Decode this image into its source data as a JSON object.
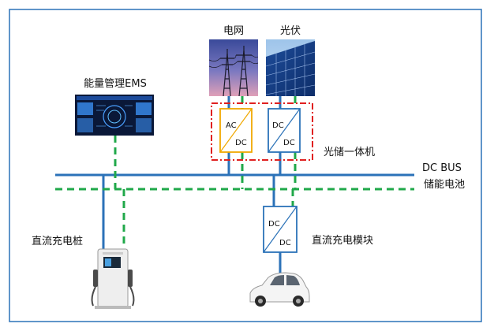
{
  "labels": {
    "grid": "电网",
    "pv": "光伏",
    "ems": "能量管理EMS",
    "pcs_group": "光储一体机",
    "dc_bus": "DC BUS",
    "battery": "储能电池",
    "charging_pile": "直流充电桩",
    "charging_module": "直流充电模块"
  },
  "converters": {
    "ac_dc": {
      "top": "AC",
      "bottom": "DC"
    },
    "pv_dc_dc": {
      "top": "DC",
      "bottom": "DC"
    },
    "charge_dc_dc": {
      "top": "DC",
      "bottom": "DC"
    }
  },
  "colors": {
    "bus_blue": "#2b72b8",
    "comm_green": "#20a84a",
    "group_red": "#e02020",
    "ac_dc_border": "#f0a800",
    "dc_dc_border": "#2b72b8",
    "frame": "#2b72b8"
  }
}
